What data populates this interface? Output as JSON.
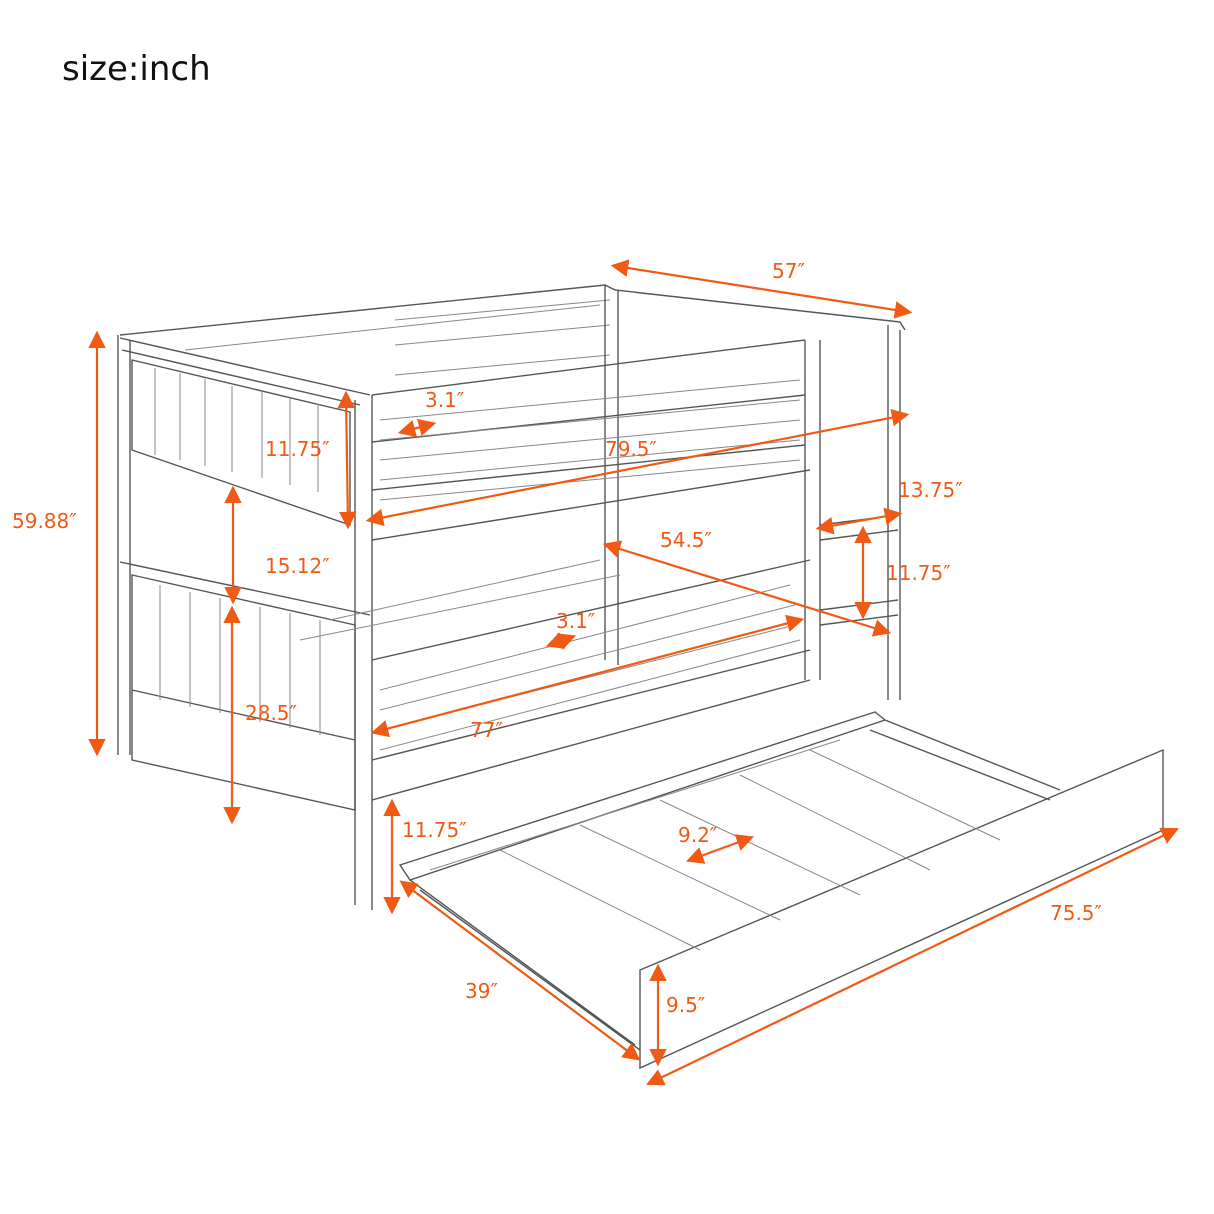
{
  "title": "size:inch",
  "accent_color": "#f05a14",
  "dimensions": [
    {
      "id": "width-top",
      "label": "57″"
    },
    {
      "id": "slat-gap-top",
      "label": "3.1″"
    },
    {
      "id": "top-guardrail-height",
      "label": "11.75″"
    },
    {
      "id": "top-length",
      "label": "79.5″"
    },
    {
      "id": "total-height",
      "label": "59.88″"
    },
    {
      "id": "ladder-width",
      "label": "13.75″"
    },
    {
      "id": "inner-width",
      "label": "54.5″"
    },
    {
      "id": "clearance-between-bunks",
      "label": "15.12″"
    },
    {
      "id": "ladder-step-spacing",
      "label": "11.75″"
    },
    {
      "id": "slat-gap-bottom",
      "label": "3.1″"
    },
    {
      "id": "bottom-bunk-height",
      "label": "28.5″"
    },
    {
      "id": "inner-length",
      "label": "77″"
    },
    {
      "id": "trundle-clearance",
      "label": "11.75″"
    },
    {
      "id": "trundle-slat-gap",
      "label": "9.2″"
    },
    {
      "id": "trundle-length",
      "label": "75.5″"
    },
    {
      "id": "trundle-width",
      "label": "39″"
    },
    {
      "id": "trundle-height",
      "label": "9.5″"
    }
  ]
}
